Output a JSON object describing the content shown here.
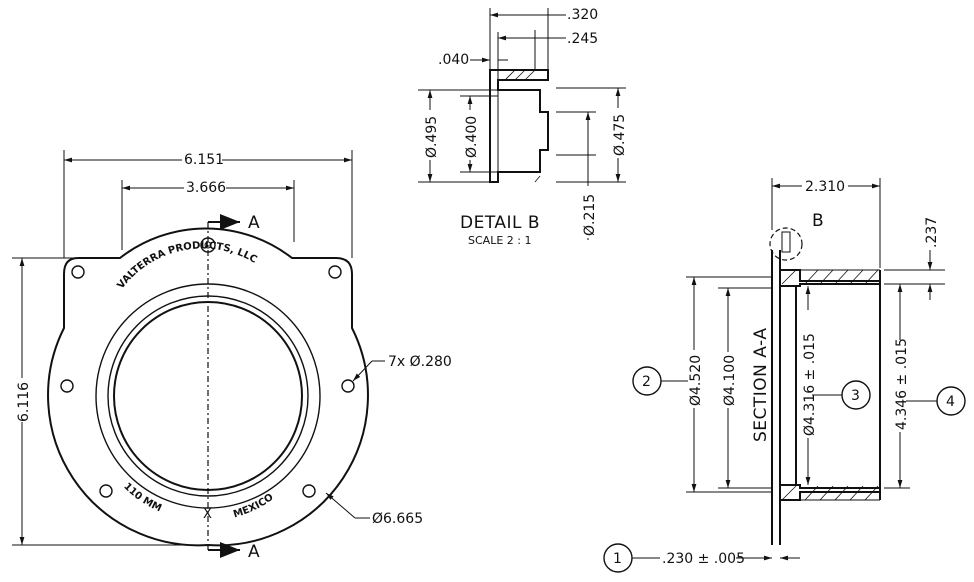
{
  "front_view": {
    "width_overall": "6.151",
    "width_inner": "3.666",
    "height_overall": "6.116",
    "hole_callout": "7x Ø.280",
    "bolt_circle": "Ø6.665",
    "section_marker": "A",
    "emboss_brand": "VALTERRA PRODUCTS, LLC",
    "emboss_size": "110 MM",
    "emboss_origin": "MEXICO",
    "center_mark": "X"
  },
  "detail_b": {
    "title": "DETAIL  B",
    "scale": "SCALE 2 : 1",
    "dim_320": ".320",
    "dim_245": ".245",
    "dim_040": ".040",
    "dim_495": "Ø.495",
    "dim_400": "Ø.400",
    "dim_475": "Ø.475",
    "dim_215": "Ø.215"
  },
  "section_aa": {
    "title": "SECTION A-A",
    "detail_marker": "B",
    "dim_width": "2.310",
    "dim_237": ".237",
    "dim_4520": "Ø4.520",
    "dim_4100": "Ø4.100",
    "dim_4316": "Ø4.316 ± .015",
    "dim_4346": "4.346 ± .015",
    "dim_230": ".230 ± .005",
    "balloons": [
      "1",
      "2",
      "3",
      "4"
    ]
  }
}
